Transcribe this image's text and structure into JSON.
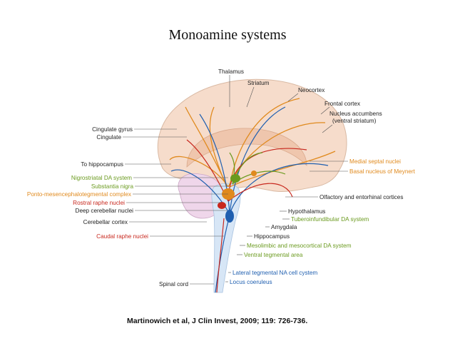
{
  "title": "Monoamine systems",
  "citation": "Martinowich et al, J Clin Invest, 2009; 119: 726-736.",
  "colors": {
    "black": "#222222",
    "orange": "#e08a1e",
    "green": "#6a9a1e",
    "red": "#c8281e",
    "blue": "#1f5fb0",
    "brain": "#f6dccb",
    "cerebellum": "#efd6ea",
    "brainstem": "#d7e6f6"
  },
  "labels": {
    "thalamus": "Thalamus",
    "striatum": "Striatum",
    "neocortex": "Neocortex",
    "frontal_cortex": "Frontal cortex",
    "nucleus_accumbens": "Nucleus accumbens",
    "ventral_striatum": "(ventral striatum)",
    "cingulate_gyrus": "Cingulate gyrus",
    "cingulate": "Cingulate",
    "to_hippocampus": "To hippocampus",
    "nigrostriatal": "Nigrostriatal DA system",
    "substantia_nigra": "Substantia nigra",
    "ponto": "Ponto-mesencephalotegmental complex",
    "rostral_raphe": "Rostral raphe nuclei",
    "deep_cerebellar": "Deep cerebellar nuclei",
    "cerebellar_cortex": "Cerebellar cortex",
    "caudal_raphe": "Caudal raphe nuclei",
    "spinal_cord": "Spinal cord",
    "medial_septal": "Medial septal nuclei",
    "basal_meynert": "Basal nucleus of Meynert",
    "olfactory": "Olfactory and entorhinal cortices",
    "hypothalamus": "Hypothalamus",
    "tuberoinfundibular": "Tuberoinfundibular DA system",
    "amygdala": "Amygdala",
    "hippocampus": "Hippocampus",
    "mesolimbic": "Mesolimbic and mesocortical DA system",
    "ventral_tegmental": "Ventral tegmental area",
    "lateral_tegmental": "Lateral tegmental NA cell cystem",
    "locus_coeruleus": "Locus coeruleus"
  }
}
